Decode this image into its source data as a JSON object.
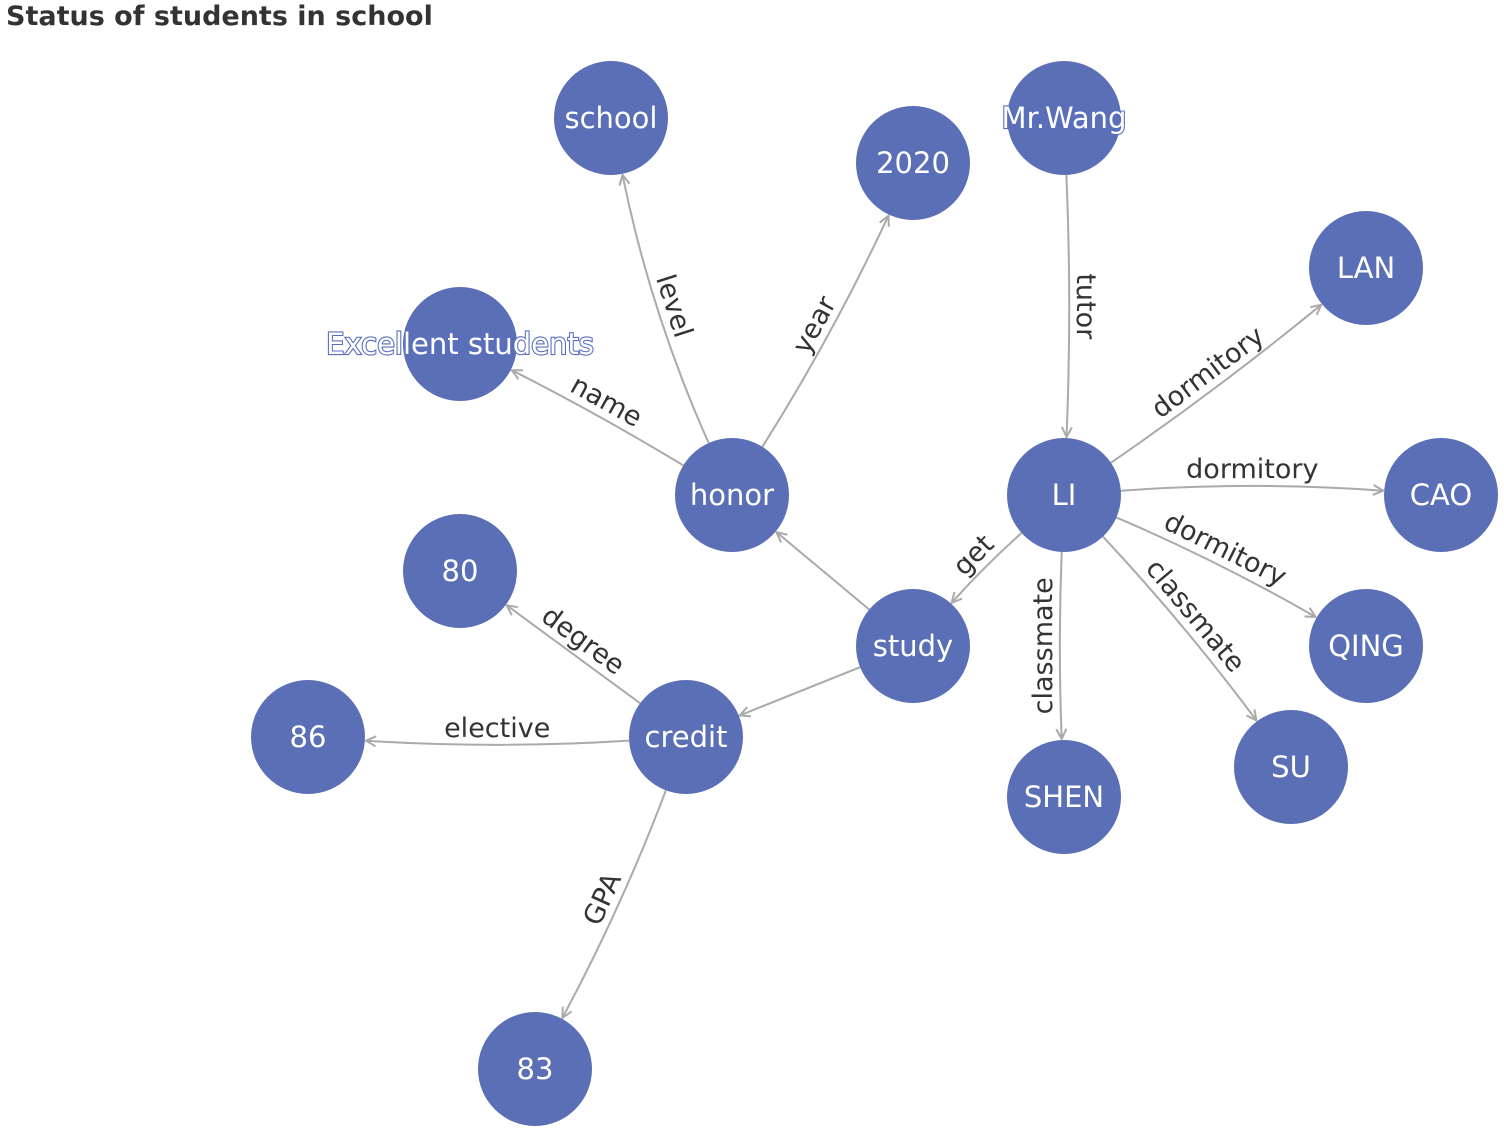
{
  "title": "Status of students in school",
  "colors": {
    "node_fill": "#5b6fb6",
    "edge": "#aaaaaa",
    "edge_label": "#333333",
    "title": "#333333"
  },
  "nodes": [
    {
      "id": "school",
      "label": "school"
    },
    {
      "id": "year2020",
      "label": "2020"
    },
    {
      "id": "mrwang",
      "label": "Mr.Wang",
      "outlined": true
    },
    {
      "id": "lan",
      "label": "LAN"
    },
    {
      "id": "excellent",
      "label": "Excellent students",
      "outlined": true
    },
    {
      "id": "honor",
      "label": "honor"
    },
    {
      "id": "li",
      "label": "LI"
    },
    {
      "id": "cao",
      "label": "CAO"
    },
    {
      "id": "n80",
      "label": "80"
    },
    {
      "id": "study",
      "label": "study"
    },
    {
      "id": "qing",
      "label": "QING"
    },
    {
      "id": "n86",
      "label": "86"
    },
    {
      "id": "credit",
      "label": "credit"
    },
    {
      "id": "su",
      "label": "SU"
    },
    {
      "id": "shen",
      "label": "SHEN"
    },
    {
      "id": "n83",
      "label": "83"
    }
  ],
  "edges": [
    {
      "source": "honor",
      "target": "school",
      "label": "level"
    },
    {
      "source": "honor",
      "target": "year2020",
      "label": "year"
    },
    {
      "source": "honor",
      "target": "excellent",
      "label": "name"
    },
    {
      "source": "mrwang",
      "target": "li",
      "label": "tutor"
    },
    {
      "source": "li",
      "target": "lan",
      "label": "dormitory"
    },
    {
      "source": "li",
      "target": "cao",
      "label": "dormitory"
    },
    {
      "source": "li",
      "target": "qing",
      "label": "dormitory"
    },
    {
      "source": "li",
      "target": "su",
      "label": "classmate"
    },
    {
      "source": "li",
      "target": "shen",
      "label": "classmate"
    },
    {
      "source": "li",
      "target": "study",
      "label": "get"
    },
    {
      "source": "study",
      "target": "honor",
      "label": ""
    },
    {
      "source": "study",
      "target": "credit",
      "label": ""
    },
    {
      "source": "credit",
      "target": "n80",
      "label": "degree"
    },
    {
      "source": "credit",
      "target": "n86",
      "label": "elective"
    },
    {
      "source": "credit",
      "target": "n83",
      "label": "GPA"
    }
  ]
}
